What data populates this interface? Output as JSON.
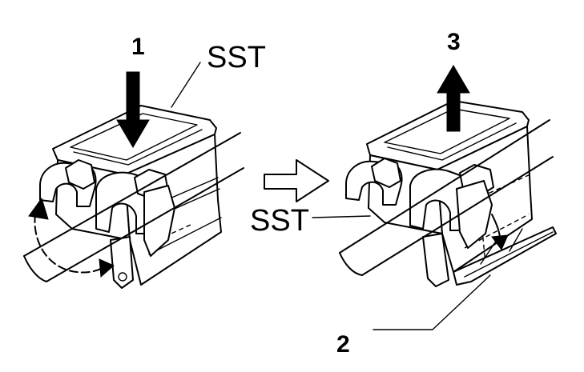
{
  "diagram": {
    "labels": {
      "step1": "1",
      "step2": "2",
      "step3": "3",
      "tool_top": "SST",
      "tool_middle": "SST"
    }
  }
}
